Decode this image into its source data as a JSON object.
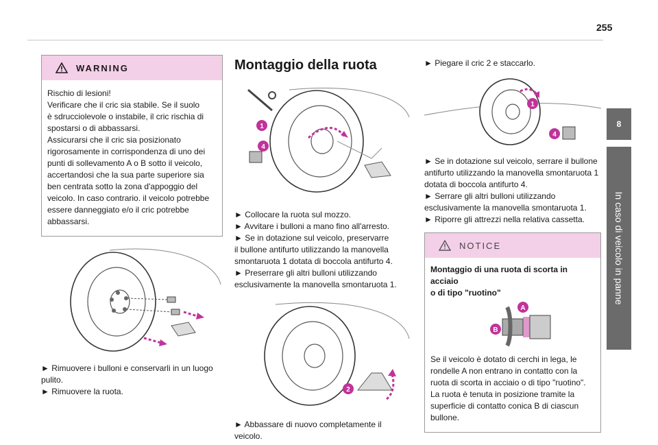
{
  "page": {
    "number": "255"
  },
  "side_tab": {
    "chapter": "8",
    "title": "In caso di veicolo in panne"
  },
  "warning": {
    "icon": "warning-triangle-icon",
    "label": "WARNING",
    "lines": [
      "Rischio di lesioni!",
      "Verificare che il cric sia stabile. Se il suolo",
      "è sdrucciolevole o instabile, il cric rischia di",
      "spostarsi o di abbassarsi.",
      "Assicurarsi che il cric sia posizionato",
      "rigorosamente in corrispondenza di uno dei",
      "punti di sollevamento A o B sotto il veicolo,",
      "accertandosi che la sua parte superiore sia",
      "ben centrata sotto la zona d'appoggio del",
      "veicolo. In caso contrario. il veicolo potrebbe",
      "essere danneggiato e/o il cric potrebbe",
      "abbassarsi."
    ]
  },
  "col1_steps": [
    "► Rimuovere i bulloni e conservarli in un luogo",
    "pulito.",
    "► Rimuovere la ruota."
  ],
  "section": {
    "title": "Montaggio della ruota"
  },
  "col2_steps": [
    "► Collocare la ruota sul mozzo.",
    "► Avvitare i bulloni a mano fino all'arresto.",
    "► Se in dotazione sul veicolo, preservarre",
    "il bullone antifurto utilizzando la manovella",
    "smontaruota 1 dotata di boccola antifurto 4.",
    "► Preserrare gli altri bulloni utilizzando",
    "esclusivamente la manovella smontaruota 1."
  ],
  "col2_steps_bottom": [
    "► Abbassare di nuovo completamente il",
    "veicolo."
  ],
  "col3_step_top": "► Piegare il cric 2 e staccarlo.",
  "col3_steps": [
    "► Se in dotazione sul veicolo, serrare il bullone",
    "antifurto utilizzando la manovella smontaruota 1",
    "dotata di boccola antifurto 4.",
    "► Serrare gli altri bulloni utilizzando",
    "esclusivamente la manovella smontaruota 1.",
    "► Riporre gli attrezzi nella relativa cassetta."
  ],
  "notice": {
    "icon": "notice-triangle-icon",
    "label": "NOTICE",
    "heading_lines": [
      "Montaggio di una ruota di scorta in acciaio",
      "o di tipo \"ruotino\""
    ],
    "lines": [
      "Se il veicolo è dotato di cerchi in lega, le",
      "rondelle A non entrano in contatto con la",
      "ruota di scorta in acciaio o di tipo \"ruotino\".",
      "La ruota è tenuta in posizione tramite la",
      "superficie di contatto conica B di ciascun",
      "bullone."
    ]
  },
  "figure_labels": {
    "one": "1",
    "two": "2",
    "four": "4",
    "a": "A",
    "b": "B"
  },
  "colors": {
    "accent": "#c0339a",
    "box_head": "#f4cfe8",
    "tab": "#6b6b6b"
  }
}
